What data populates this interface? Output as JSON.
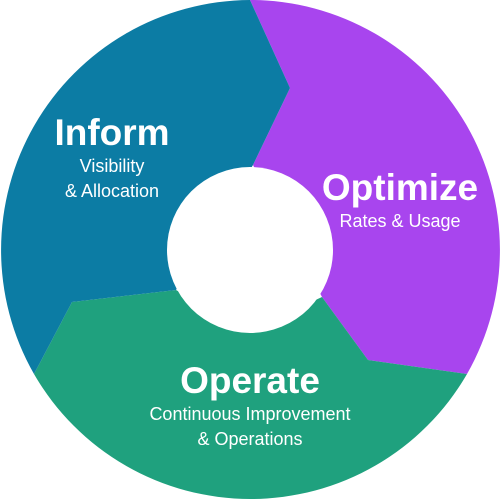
{
  "segments": [
    {
      "key": "inform",
      "title": "Inform",
      "subtitle_lines": [
        "Visibility",
        "& Allocation"
      ],
      "color": "#0c7ca4"
    },
    {
      "key": "optimize",
      "title": "Optimize",
      "subtitle_lines": [
        "Rates & Usage"
      ],
      "color": "#a845ee"
    },
    {
      "key": "operate",
      "title": "Operate",
      "subtitle_lines": [
        "Continuous Improvement",
        "& Operations"
      ],
      "color": "#1fa17e"
    }
  ],
  "center_color": "#ffffff"
}
